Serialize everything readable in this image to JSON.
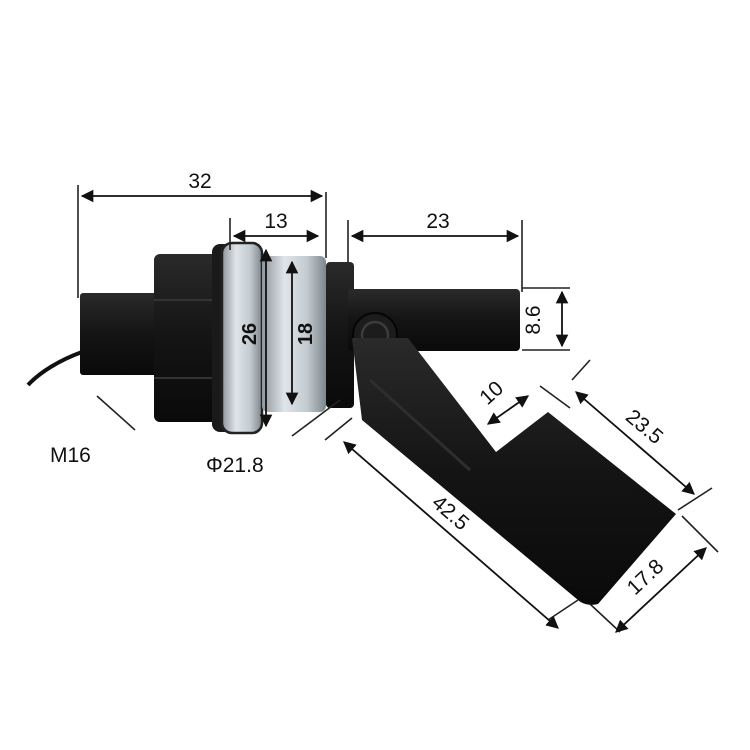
{
  "dimensions": {
    "overall_length": "32",
    "collar_width": "13",
    "arm_length": "23",
    "arm_diameter": "8.6",
    "collar_height": "26",
    "inner_ring_height": "18",
    "thread": "M16",
    "ring_diameter": "Φ21.8",
    "float_offset": "10",
    "float_length": "23.5",
    "float_arm_length": "42.5",
    "float_diameter": "17.8"
  },
  "colors": {
    "body": "#141414",
    "body_highlight": "#2c2c2c",
    "ring": "#a9b2b8",
    "ring_light": "#dfe4e8"
  }
}
